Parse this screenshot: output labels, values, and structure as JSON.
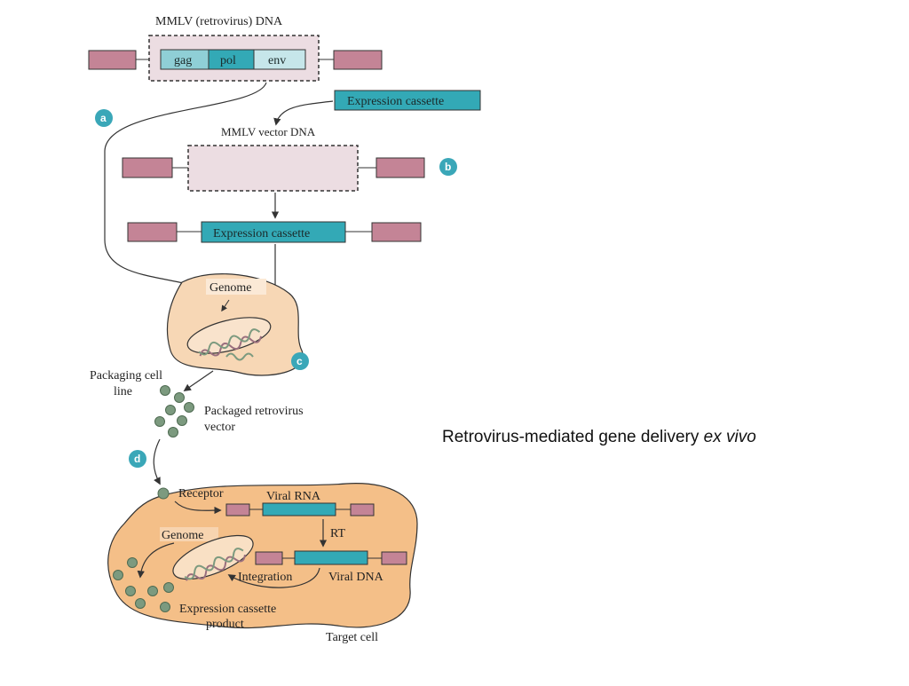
{
  "diagram": {
    "mmlv_dna_title": "MMLV (retrovirus) DNA",
    "genes": {
      "gag": "gag",
      "pol": "pol",
      "env": "env"
    },
    "expression_cassette": "Expression cassette",
    "mmlv_vector_title": "MMLV vector DNA",
    "badges": {
      "a": "a",
      "b": "b",
      "c": "c",
      "d": "d"
    },
    "packaging_genome": "Genome",
    "packaging_cell_line_1": "Packaging cell",
    "packaging_cell_line_2": "line",
    "packaged_vector_1": "Packaged retrovirus",
    "packaged_vector_2": "vector",
    "receptor": "Receptor",
    "viral_rna": "Viral RNA",
    "rt": "RT",
    "target_genome": "Genome",
    "integration": "Integration",
    "viral_dna": "Viral DNA",
    "product_1": "Expression cassette",
    "product_2": "product",
    "target_cell": "Target cell",
    "colors": {
      "ltr": "#c48496",
      "teal": "#33a9b6",
      "teal_light": "#8fcfd6",
      "vector_fill": "#ecdde2",
      "cell_fill": "#f7d7b5",
      "target_fill": "#f4bf88",
      "badge": "#3aa7b8",
      "virion": "#7c9a7f"
    }
  },
  "caption": {
    "text": "Retrovirus-mediated gene delivery ",
    "italic": "ex vivo"
  }
}
